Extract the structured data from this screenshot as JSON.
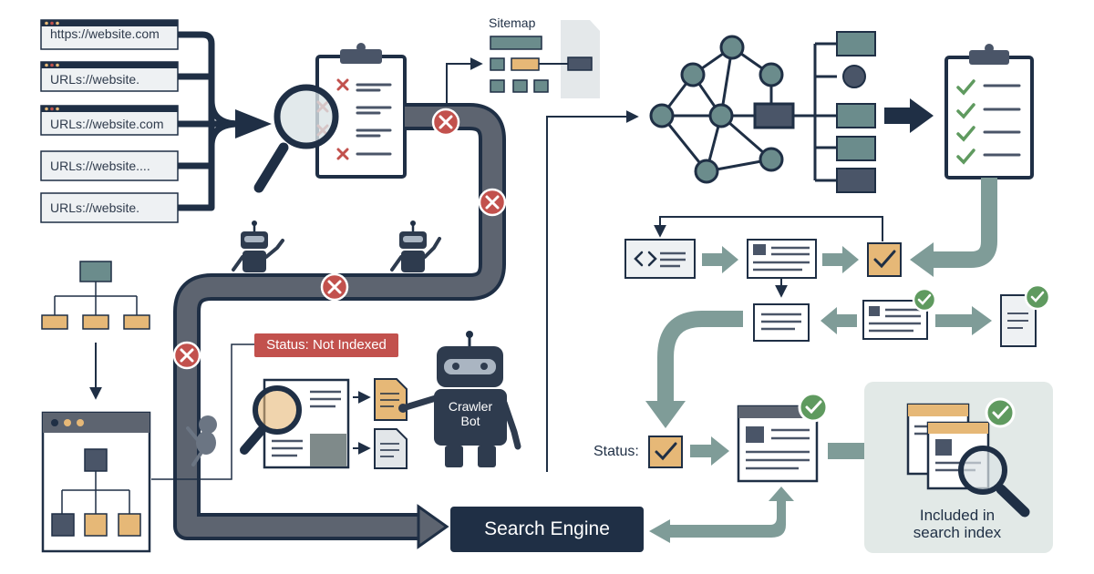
{
  "url_list": [
    "https://website.com",
    "URLs://website.",
    "URLs://website.com",
    "URLs://website....",
    "URLs://website."
  ],
  "sitemap": {
    "label": "Sitemap"
  },
  "status_badge": {
    "text": "Status: Not Indexed"
  },
  "crawler": {
    "line1": "Crawler",
    "line2": "Bot"
  },
  "status_check": {
    "label": "Status:"
  },
  "search_engine": {
    "label": "Search Engine"
  },
  "result": {
    "line1": "Included in",
    "line2": "search index"
  },
  "icons": {
    "blocked": "x-circle-icon",
    "approved": "check-circle-icon",
    "inspect": "magnifier-icon",
    "robot": "robot-icon",
    "code": "code-icon"
  },
  "colors": {
    "navy": "#1f2f45",
    "slate": "#4a5568",
    "teal": "#6b8c8c",
    "sage": "#7f9c98",
    "orange": "#e6b877",
    "red": "#c2514d",
    "green": "#5f9a5f",
    "panel": "#e2e9e7"
  }
}
